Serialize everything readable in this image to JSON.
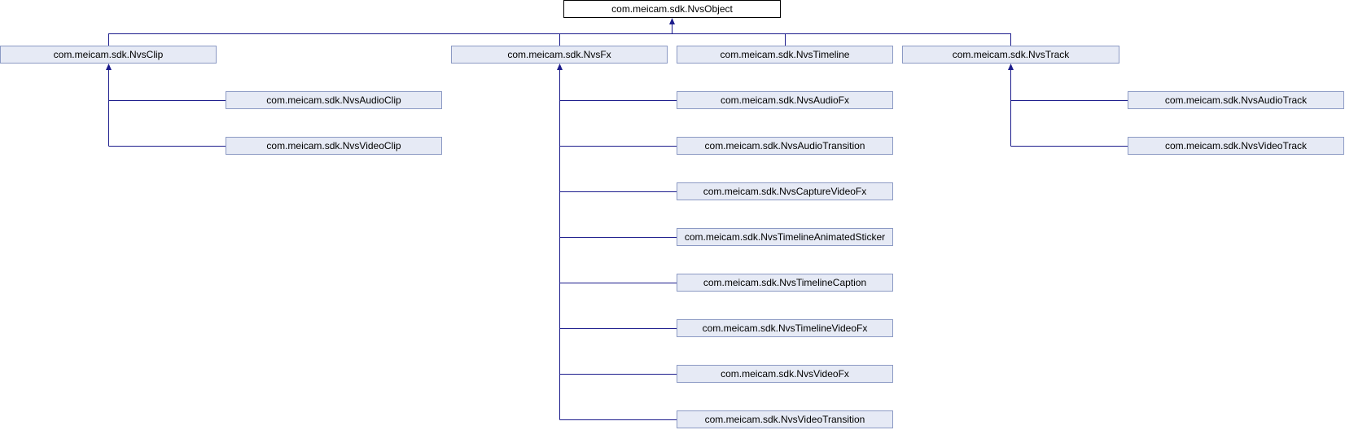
{
  "colors": {
    "edge": "#1c1c8c",
    "node_fill": "#e6eaf5",
    "node_border": "#8c9ac4",
    "root_fill": "#ffffff",
    "root_border": "#000000"
  },
  "diagram": {
    "root": "com.meicam.sdk.NvsObject",
    "children": [
      {
        "label": "com.meicam.sdk.NvsClip",
        "children": [
          "com.meicam.sdk.NvsAudioClip",
          "com.meicam.sdk.NvsVideoClip"
        ]
      },
      {
        "label": "com.meicam.sdk.NvsFx",
        "children": [
          "com.meicam.sdk.NvsAudioFx",
          "com.meicam.sdk.NvsAudioTransition",
          "com.meicam.sdk.NvsCaptureVideoFx",
          "com.meicam.sdk.NvsTimelineAnimatedSticker",
          "com.meicam.sdk.NvsTimelineCaption",
          "com.meicam.sdk.NvsTimelineVideoFx",
          "com.meicam.sdk.NvsVideoFx",
          "com.meicam.sdk.NvsVideoTransition"
        ]
      },
      {
        "label": "com.meicam.sdk.NvsTimeline",
        "children": []
      },
      {
        "label": "com.meicam.sdk.NvsTrack",
        "children": [
          "com.meicam.sdk.NvsAudioTrack",
          "com.meicam.sdk.NvsVideoTrack"
        ]
      }
    ]
  }
}
